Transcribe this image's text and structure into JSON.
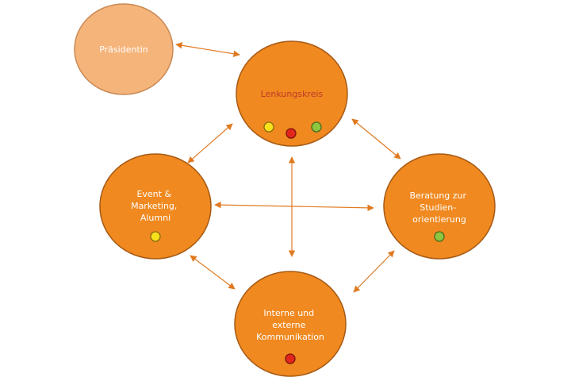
{
  "colors": {
    "node_fill": "#f0891f",
    "node_stroke": "#a65a16",
    "node_light_fill": "#f5b47a",
    "node_light_stroke": "#c98a55",
    "arrow": "#e07a20",
    "lenkung_text": "#c0392b",
    "dot_yellow": "#f7e11c",
    "dot_red": "#e3261b",
    "dot_green": "#8dc63f"
  },
  "nodes": {
    "praesidentin": {
      "lines": [
        "Präsidentin"
      ]
    },
    "lenkungskreis": {
      "lines": [
        "Lenkungskreis"
      ]
    },
    "event": {
      "lines": [
        "Event &",
        "Marketing,",
        "Alumni"
      ]
    },
    "beratung": {
      "lines": [
        "Beratung zur",
        "Studien-",
        "orientierung"
      ]
    },
    "kommunikation": {
      "lines": [
        "Interne und",
        "externe",
        "Kommunikation"
      ]
    }
  },
  "status_dots": {
    "lenkungskreis": [
      "yellow",
      "red",
      "green"
    ],
    "event": [
      "yellow"
    ],
    "beratung": [
      "green"
    ],
    "kommunikation": [
      "red"
    ]
  }
}
